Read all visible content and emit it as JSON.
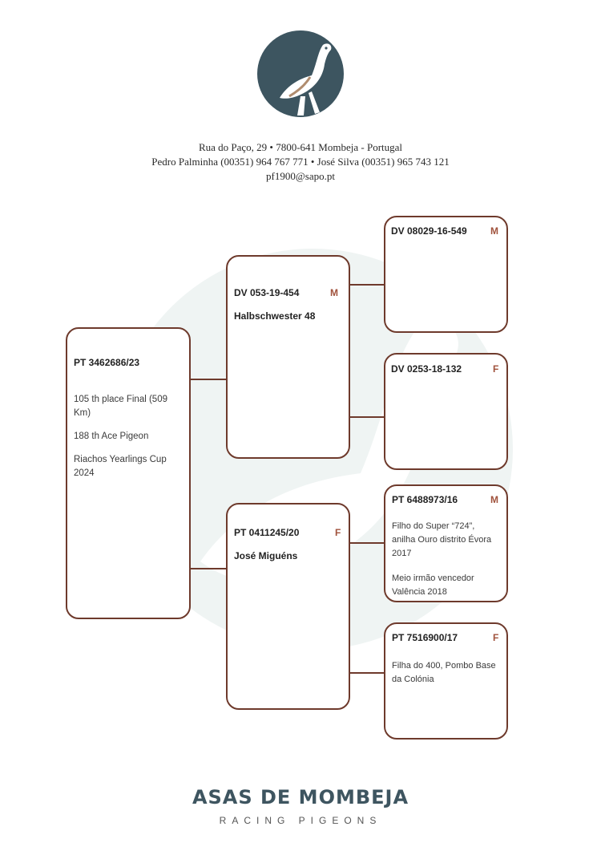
{
  "header": {
    "address": "Rua do Paço, 29 • 7800-641 Mombeja - Portugal",
    "phones": "Pedro Palminha (00351) 964 767 771 • José Silva (00351) 965 743 121",
    "email": "pf1900@sapo.pt"
  },
  "colors": {
    "border": "#6e3a2c",
    "brand": "#3e5560",
    "sex": "#a0523c"
  },
  "pedigree": {
    "subject": {
      "ring": "PT 3462686/23",
      "line1": "105 th place Final (509",
      "line2": "Km)",
      "line3": "188 th Ace Pigeon",
      "line4": "Riachos Yearlings Cup",
      "line5": "2024"
    },
    "sire": {
      "ring": "DV 053-19-454",
      "sex": "M",
      "name": "Halbschwester 48"
    },
    "dam": {
      "ring": "PT 0411245/20",
      "sex": "F",
      "name": "José Miguéns"
    },
    "sire_sire": {
      "ring": "DV 08029-16-549",
      "sex": "M"
    },
    "sire_dam": {
      "ring": "DV 0253-18-132",
      "sex": "F"
    },
    "dam_sire": {
      "ring": "PT 6488973/16",
      "sex": "M",
      "line1": "Filho do Super “724”,",
      "line2": "anilha Ouro distrito Évora",
      "line3": "2017",
      "line4": "Meio irmão vencedor",
      "line5": "Valência 2018"
    },
    "dam_dam": {
      "ring": "PT 7516900/17",
      "sex": "F",
      "line1": "Filha do 400, Pombo Base",
      "line2": "da Colónia"
    }
  },
  "footer": {
    "brand": "ASAS DE MOMBEJA",
    "tagline": "RACING PIGEONS"
  },
  "icons": {
    "logo": "pigeon-logo-icon",
    "watermark": "pigeon-watermark-icon"
  }
}
